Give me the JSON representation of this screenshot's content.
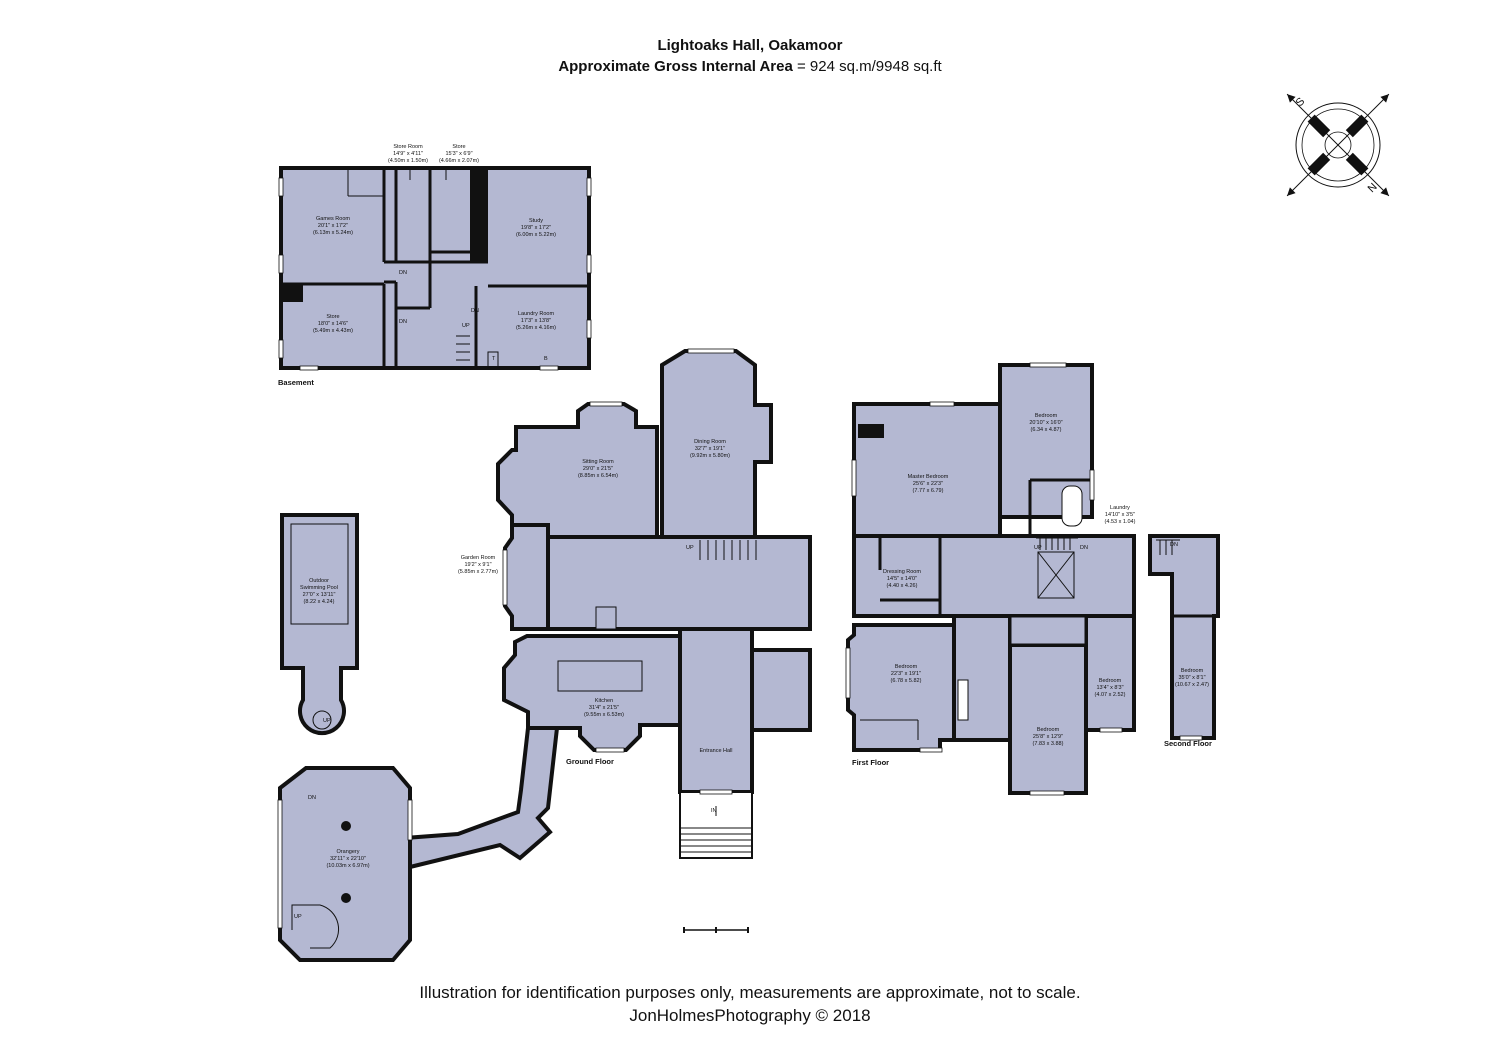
{
  "header": {
    "title": "Lightoaks Hall, Oakamoor",
    "area_label": "Approximate Gross Internal Area",
    "area_value": "= 924 sq.m/9948 sq.ft"
  },
  "footer": {
    "disclaimer": "Illustration for identification purposes only, measurements are approximate, not to scale.",
    "copyright": "JonHolmesPhotography © 2018"
  },
  "floors": {
    "basement": "Basement",
    "ground": "Ground Floor",
    "first": "First Floor",
    "second": "Second Floor"
  },
  "rooms": {
    "store_room": {
      "name": "Store Room",
      "imperial": "14'9\" x 4'11\"",
      "metric": "(4.50m x 1.50m)"
    },
    "store_top": {
      "name": "Store",
      "imperial": "15'3\" x 6'9\"",
      "metric": "(4.66m x 2.07m)"
    },
    "games_room": {
      "name": "Games Room",
      "imperial": "20'1\" x 17'2\"",
      "metric": "(6.13m x 5.24m)"
    },
    "study": {
      "name": "Study",
      "imperial": "19'8\" x 17'2\"",
      "metric": "(6.00m x 5.22m)"
    },
    "store_basement": {
      "name": "Store",
      "imperial": "18'0\" x 14'6\"",
      "metric": "(5.49m x 4.43m)"
    },
    "laundry_room": {
      "name": "Laundry Room",
      "imperial": "17'3\" x 13'8\"",
      "metric": "(5.26m x 4.16m)"
    },
    "sitting_room": {
      "name": "Sitting Room",
      "imperial": "29'0\" x 21'5\"",
      "metric": "(8.85m x 6.54m)"
    },
    "dining_room": {
      "name": "Dining Room",
      "imperial": "32'7\" x 19'1\"",
      "metric": "(9.92m x 5.80m)"
    },
    "garden_room": {
      "name": "Garden Room",
      "imperial": "19'2\" x 9'1\"",
      "metric": "(5.85m x 2.77m)"
    },
    "pool": {
      "name1": "Outdoor",
      "name2": "Swimming Pool",
      "imperial": "27'0\" x 13'11\"",
      "metric": "(8.22 x 4.24)"
    },
    "kitchen": {
      "name": "Kitchen",
      "imperial": "31'4\" x 21'5\"",
      "metric": "(9.55m x 6.53m)"
    },
    "entrance_hall": {
      "name": "Entrance Hall"
    },
    "orangery": {
      "name": "Orangery",
      "imperial": "32'11\" x 22'10\"",
      "metric": "(10.03m x 6.97m)"
    },
    "master_bedroom": {
      "name": "Master Bedroom",
      "imperial": "25'6\" x 22'3\"",
      "metric": "(7.77 x 6.79)"
    },
    "bedroom_ne": {
      "name": "Bedroom",
      "imperial": "20'10\" x 16'0\"",
      "metric": "(6.34 x 4.87)"
    },
    "laundry": {
      "name": "Laundry",
      "imperial": "14'10\" x 3'5\"",
      "metric": "(4.53 x 1.04)"
    },
    "dressing_room": {
      "name": "Dressing Room",
      "imperial": "14'5\" x 14'0\"",
      "metric": "(4.40 x 4.26)"
    },
    "bedroom_sw": {
      "name": "Bedroom",
      "imperial": "22'3\" x 19'1\"",
      "metric": "(6.78 x 5.82)"
    },
    "bedroom_small": {
      "name": "Bedroom",
      "imperial": "13'4\" x 8'3\"",
      "metric": "(4.07 x 2.52)"
    },
    "bedroom_s": {
      "name": "Bedroom",
      "imperial": "25'8\" x 12'9\"",
      "metric": "(7.83 x 3.88)"
    },
    "bedroom_second": {
      "name": "Bedroom",
      "imperial": "35'0\" x 8'1\"",
      "metric": "(10.67 x 2.47)"
    }
  },
  "markers": {
    "dn": "DN",
    "up": "UP",
    "in": "IN",
    "t": "T",
    "b": "B"
  },
  "compass": {
    "s": "S",
    "n": "N"
  }
}
